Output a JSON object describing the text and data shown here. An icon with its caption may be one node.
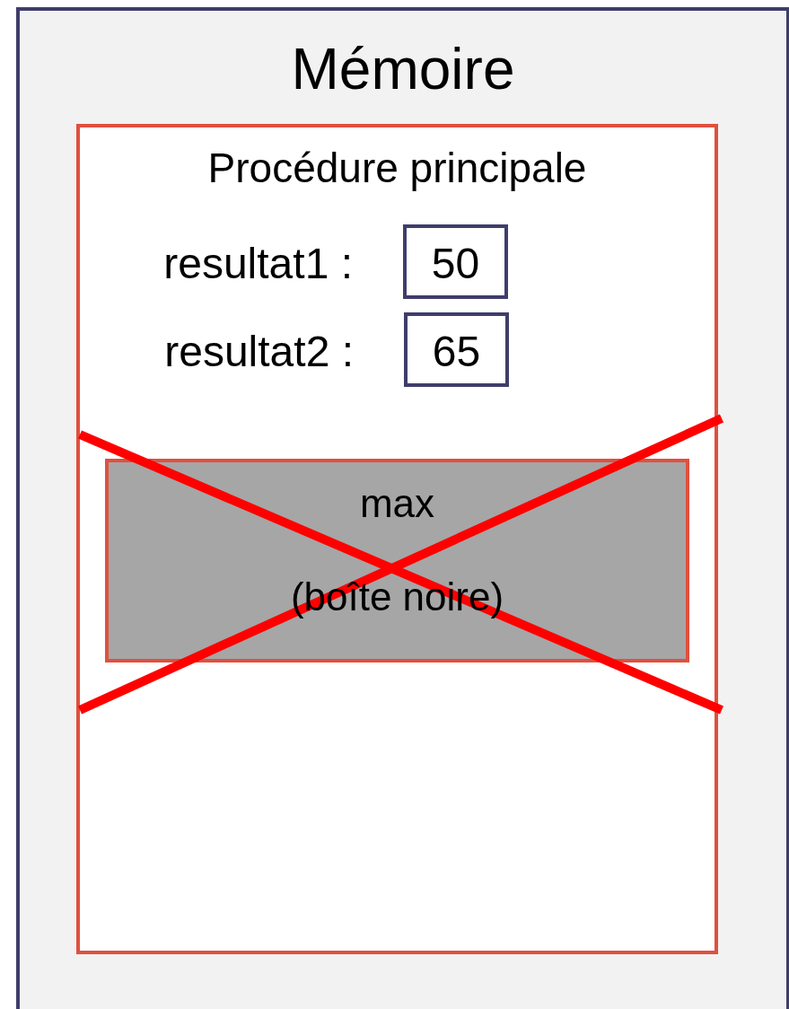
{
  "diagram": {
    "nodes": [
      {
        "text": [
          "Mémoire"
        ]
      },
      {
        "text": [
          "Procédure principale"
        ],
        "in": 0
      },
      {
        "text": [
          "50"
        ],
        "in": 1,
        "beside": [
          "resultat1 :"
        ]
      },
      {
        "text": [
          "65"
        ],
        "in": 1,
        "beside": [
          "resultat2 :"
        ]
      },
      {
        "text": [
          "max",
          "(boîte noire)"
        ],
        "in": 1
      }
    ]
  }
}
